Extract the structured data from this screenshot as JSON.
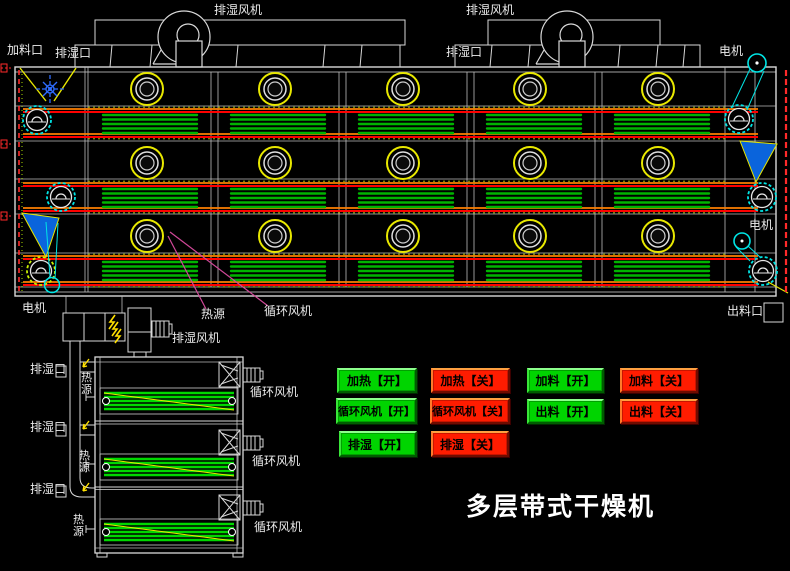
{
  "title": "多层带式干燥机",
  "front_view": {
    "exhaust_fan_left": "排湿风机",
    "exhaust_fan_right": "排湿风机",
    "feed_inlet": "加料口",
    "vent_left": "排湿口",
    "vent_right": "排湿口",
    "motor_top_right": "电机",
    "motor_mid_right": "电机",
    "discharge_outlet": "出料口",
    "heat_source": "热源",
    "circulation_fan": "循环风机"
  },
  "side_view": {
    "motor": "电机",
    "exhaust_fan": "排湿风机",
    "vents": [
      "排湿口",
      "排湿口",
      "排湿口"
    ],
    "heat_sources": [
      "热源",
      "热源",
      "热源"
    ],
    "circulation_fans": [
      "循环风机",
      "循环风机",
      "循环风机"
    ]
  },
  "buttons": {
    "heat_on": "加热【开】",
    "heat_off": "加热【关】",
    "circ_on": "循环风机【开】",
    "circ_off": "循环风机【关】",
    "vent_on": "排湿【开】",
    "vent_off": "排湿【关】",
    "feed_on": "加料【开】",
    "feed_off": "加料【关】",
    "discharge_on": "出料【开】",
    "discharge_off": "出料【关】"
  },
  "colors": {
    "background": "#000000",
    "line": "#d9d9d9",
    "on_green": "#00d400",
    "off_red": "#ff1c00",
    "belt_green": "#00b400",
    "rail_orange": "#ff7f00",
    "rail_red": "#ff0000",
    "accent_yellow": "#e8e800",
    "accent_cyan": "#00e5e5",
    "accent_blue": "#0a64dc",
    "leader_magenta": "#d04898"
  }
}
